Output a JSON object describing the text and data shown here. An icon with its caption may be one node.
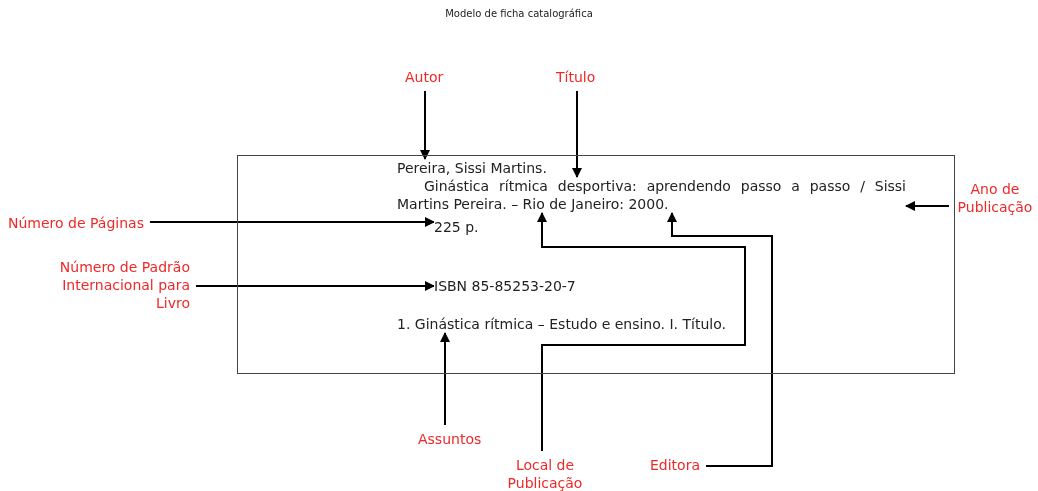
{
  "diagram": {
    "title": "Modelo de ficha catalográfica",
    "nodes": [
      {
        "text": [],
        "shape": "box"
      },
      {
        "text": [
          "Pereira, Sissi Martins."
        ],
        "in": 0
      },
      {
        "text": [
          "Ginástica rítmica desportiva: aprendendo passo a passo / Sissi Martins Pereira. – Rio de Janeiro: 2000."
        ],
        "in": 0
      },
      {
        "text": [
          "225 p."
        ],
        "in": 0
      },
      {
        "text": [
          "ISBN 85-85253-20-7"
        ],
        "in": 0
      },
      {
        "text": [
          "1. Ginástica rítmica – Estudo e ensino. I. Título."
        ],
        "in": 0
      },
      {
        "text": [
          "Autor"
        ]
      },
      {
        "text": [
          "Título"
        ]
      },
      {
        "text": [
          "Ano de Publicação"
        ]
      },
      {
        "text": [
          "Número de Páginas"
        ]
      },
      {
        "text": [
          "Número de Padrão Internacional para Livro"
        ]
      },
      {
        "text": [
          "Assuntos"
        ]
      },
      {
        "text": [
          "Local de Publicação"
        ]
      },
      {
        "text": [
          "Editora"
        ]
      }
    ],
    "edges": [
      {
        "from": 6,
        "to": 1,
        "arrow": "to"
      },
      {
        "from": 7,
        "to": 2,
        "arrow": "to"
      },
      {
        "from": 8,
        "to": 2,
        "arrow": "to"
      },
      {
        "from": 9,
        "to": 3,
        "arrow": "to"
      },
      {
        "from": 10,
        "to": 4,
        "arrow": "to"
      },
      {
        "from": 11,
        "to": 5,
        "arrow": "to"
      },
      {
        "from": 12,
        "to": 2,
        "arrow": "to"
      },
      {
        "from": 13,
        "to": 2,
        "arrow": "to"
      }
    ]
  }
}
